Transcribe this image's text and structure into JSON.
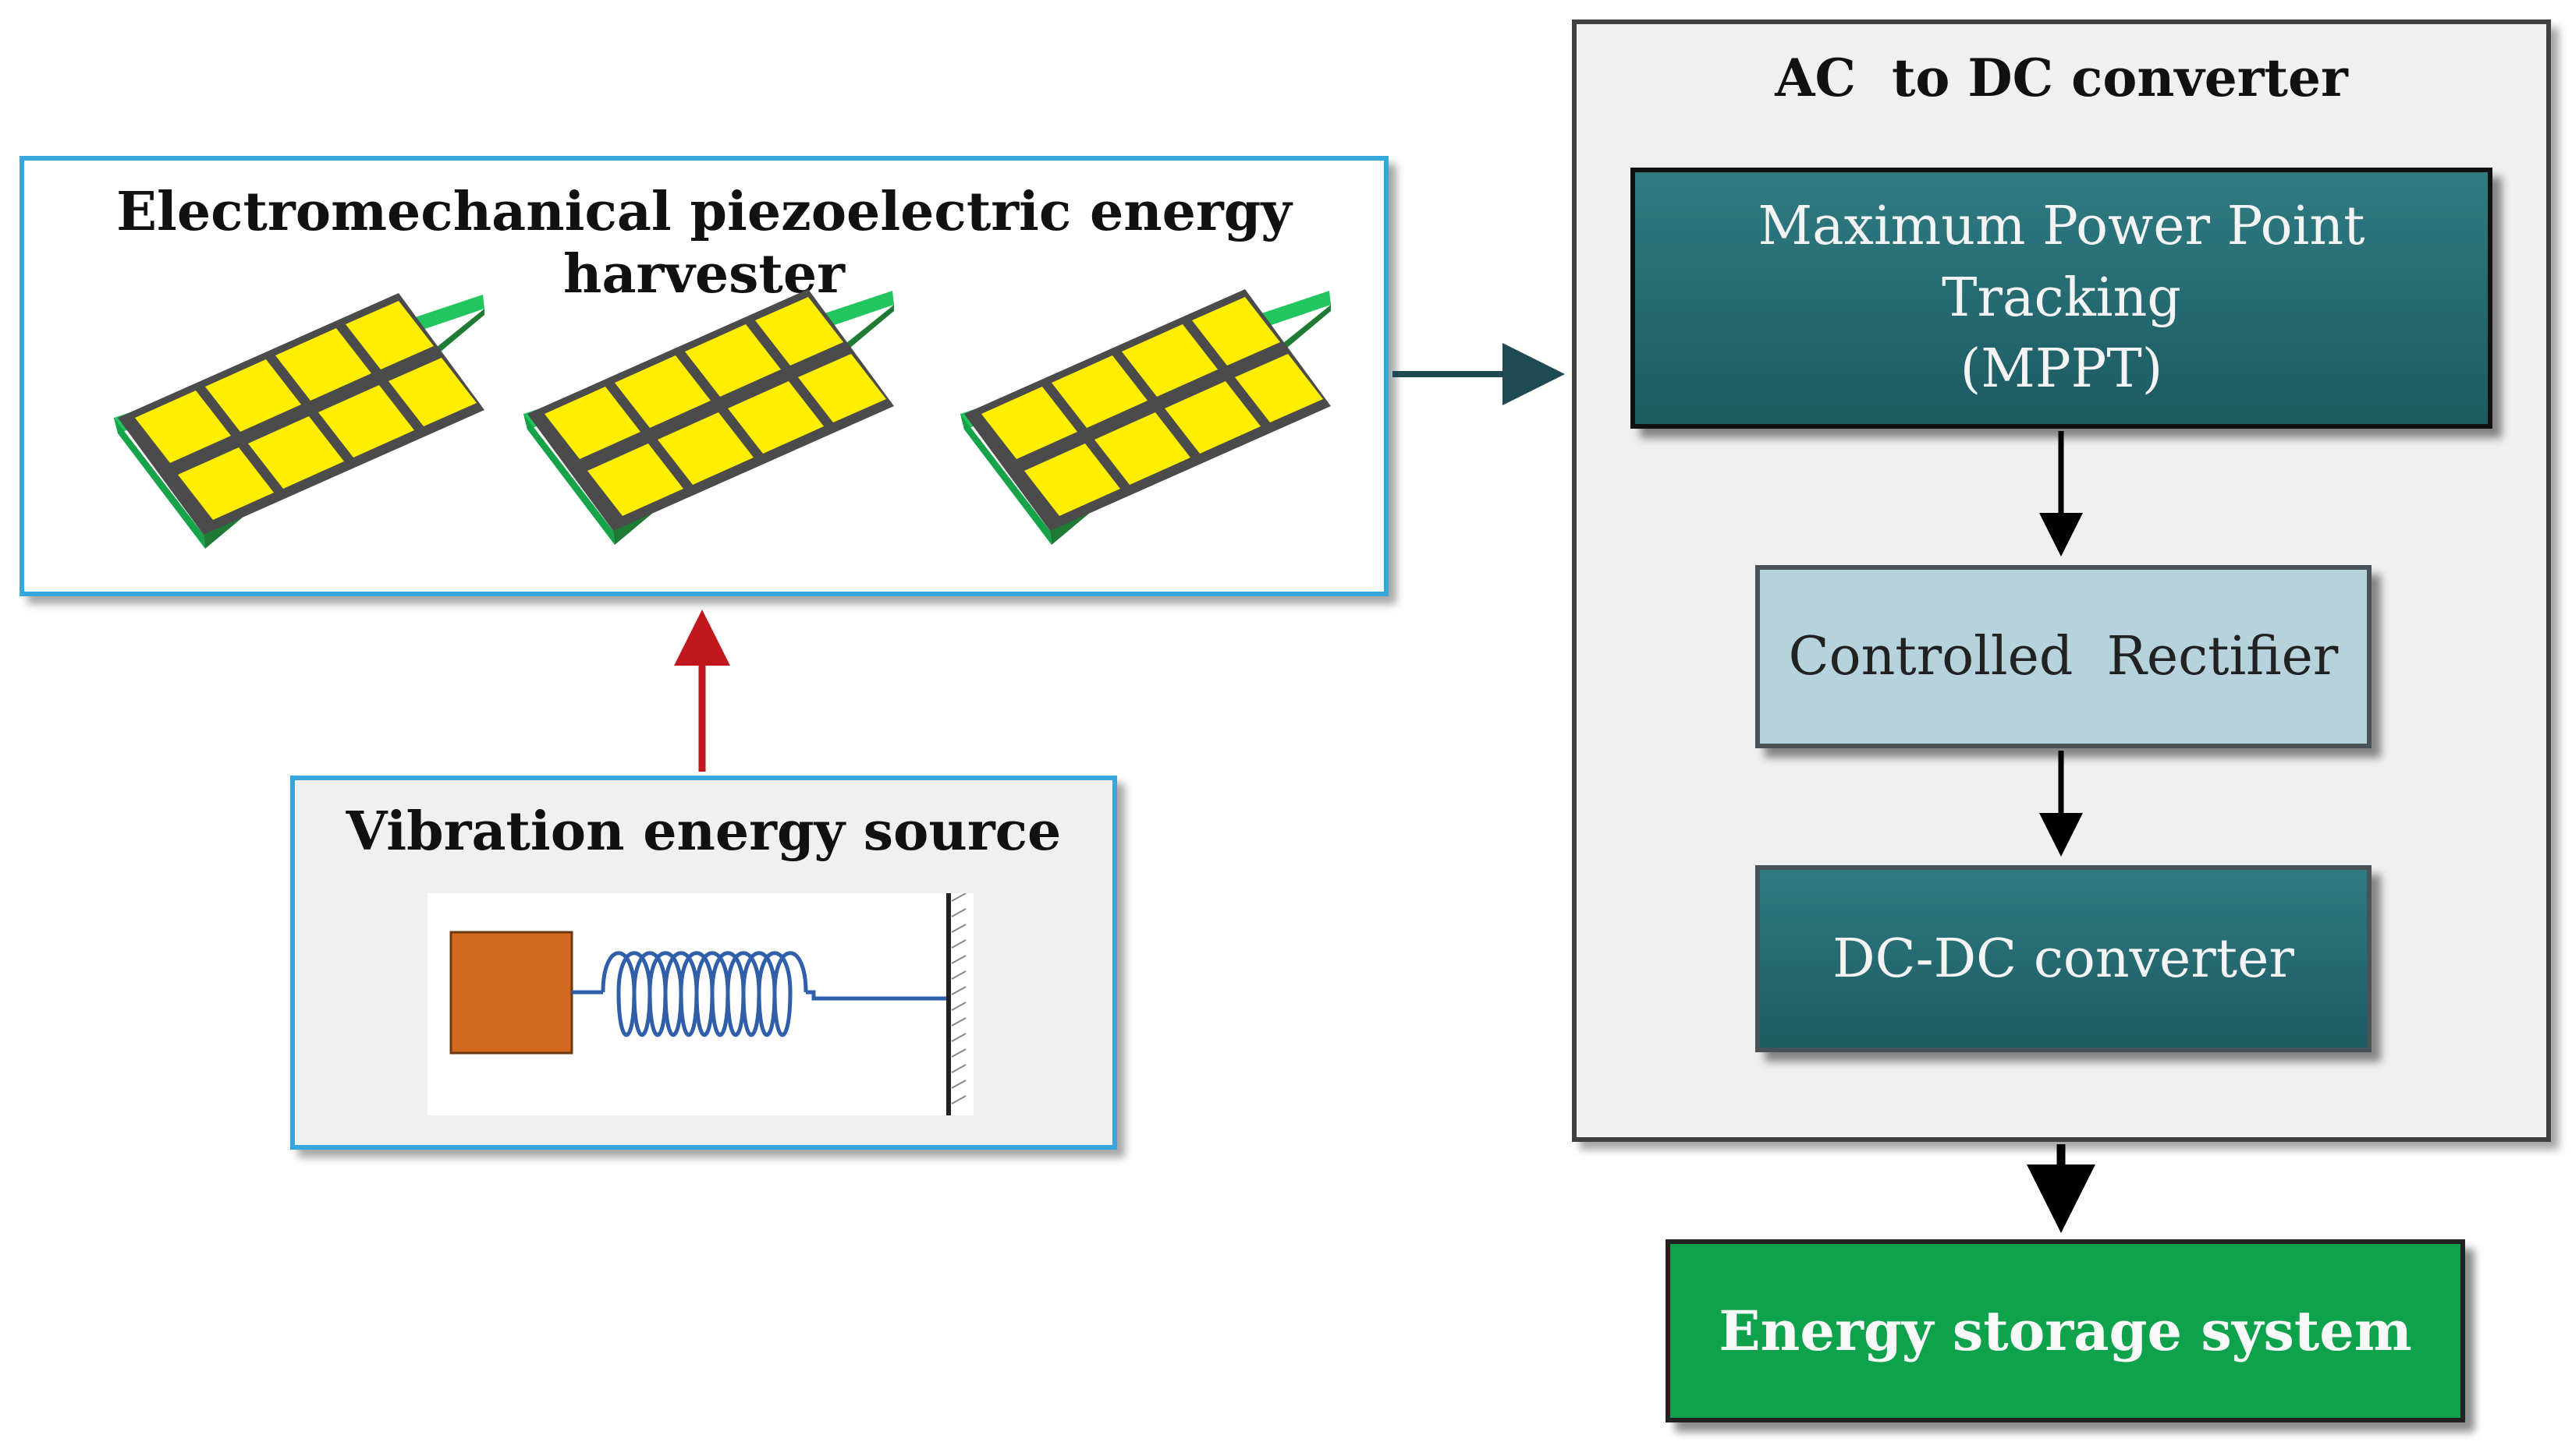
{
  "harvester": {
    "title": "Electromechanical piezoelectric energy harvester",
    "illustration": "piezoelectric-plates-icon",
    "plate_colors": {
      "cell": "#ffee00",
      "grid": "#555555",
      "base": "#22c55e"
    }
  },
  "vibration": {
    "title": "Vibration energy source",
    "illustration": "mass-spring-icon",
    "mass_color": "#d2691e",
    "spring_color": "#2e5fa8"
  },
  "converter": {
    "title": "AC  to DC converter",
    "mppt_line1": "Maximum Power Point Tracking",
    "mppt_line2": "(MPPT)",
    "rectifier": "Controlled  Rectifier",
    "dcdc": "DC-DC converter"
  },
  "storage": {
    "label": "Energy storage system"
  },
  "colors": {
    "panel_border": "#36a6dc",
    "teal_block": "#22666e",
    "light_block": "#b6d2dd",
    "storage_green": "#0fa24c",
    "source_arrow": "#c0171c"
  }
}
